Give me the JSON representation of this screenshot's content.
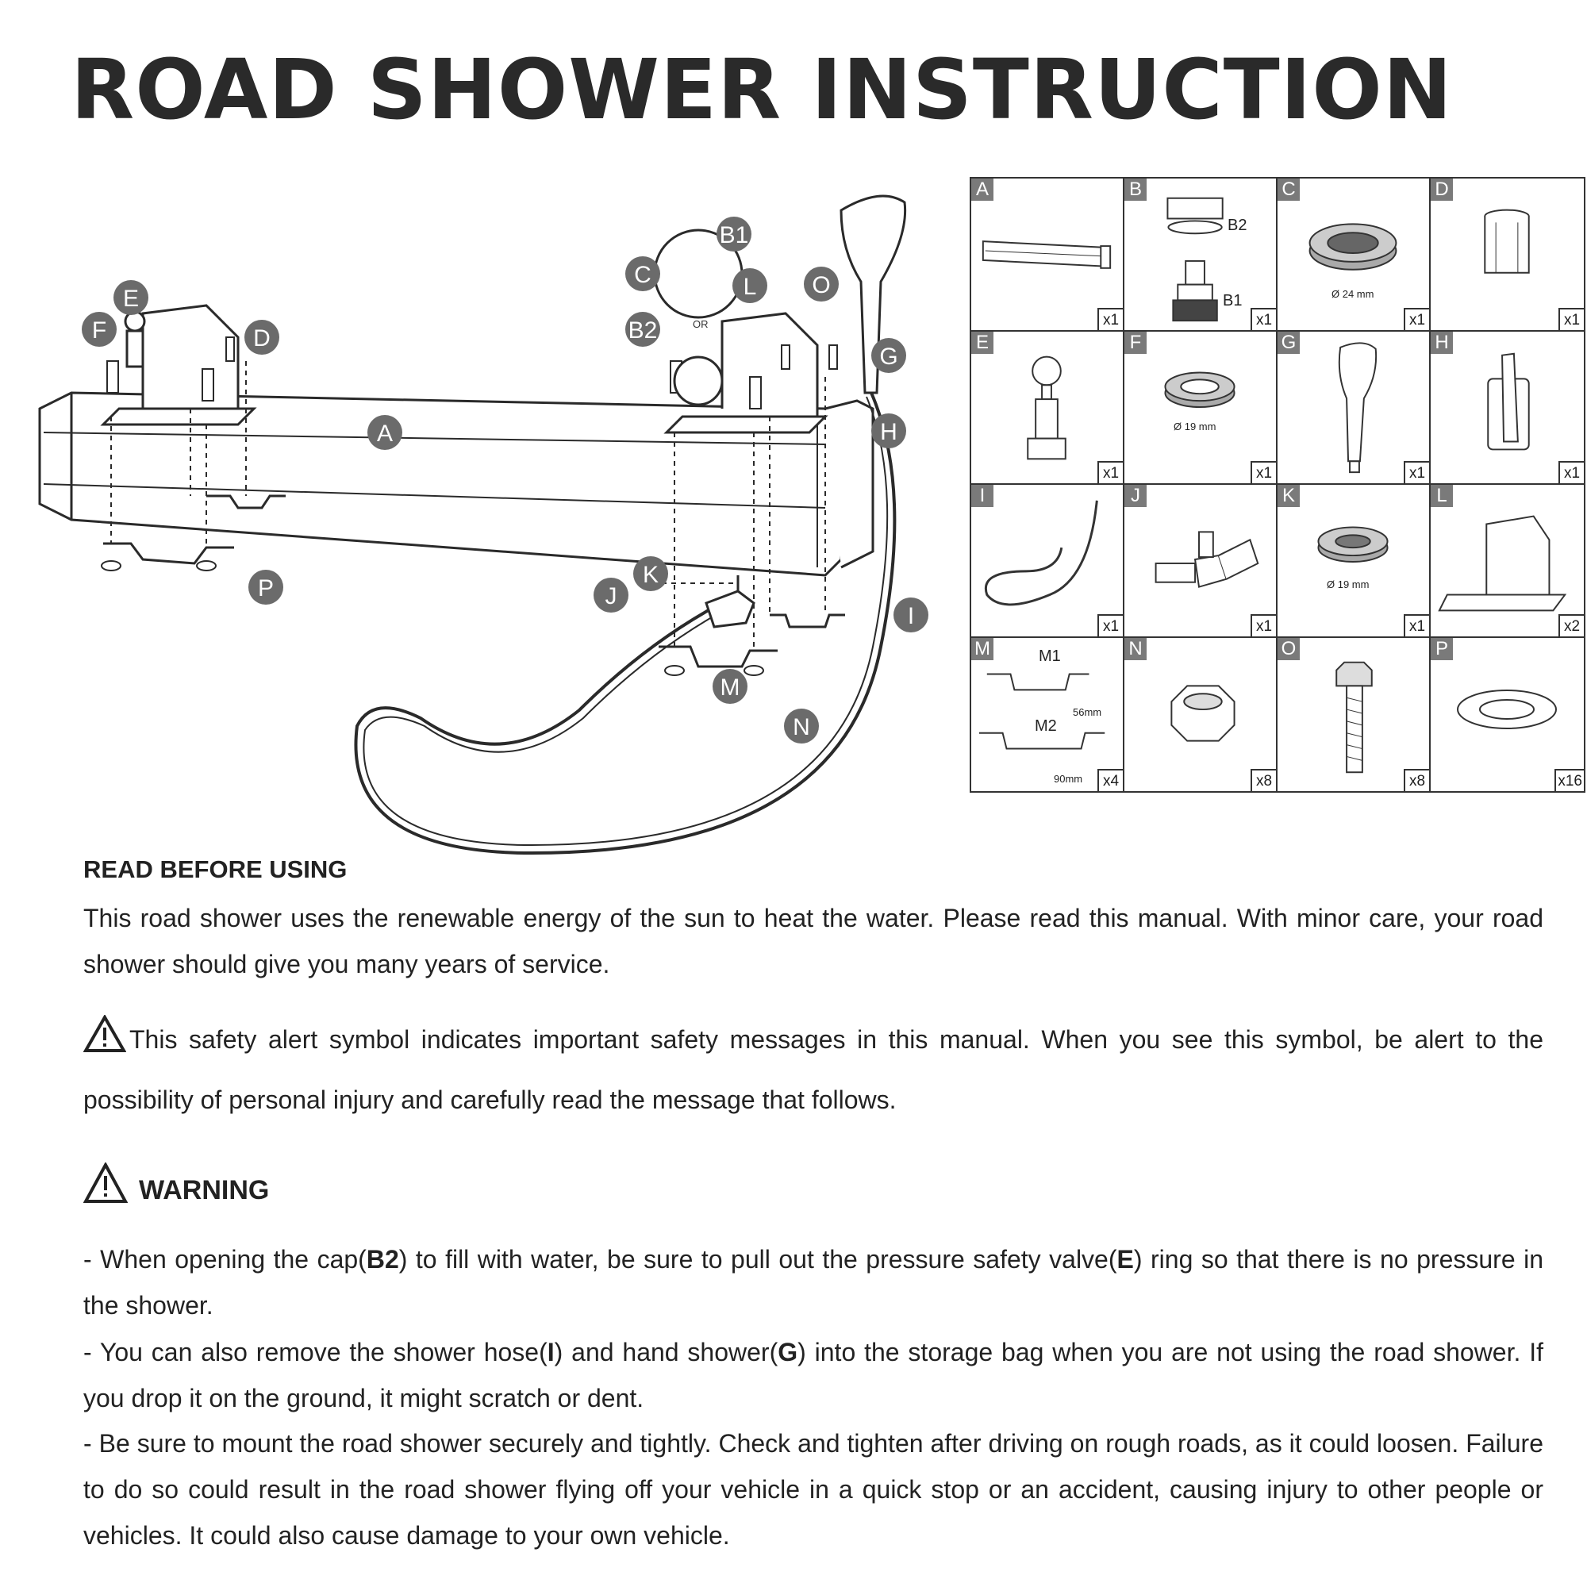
{
  "title": "ROAD SHOWER INSTRUCTION",
  "diagram": {
    "callouts": [
      "A",
      "B1",
      "B2",
      "C",
      "D",
      "E",
      "F",
      "G",
      "H",
      "I",
      "J",
      "K",
      "L",
      "M",
      "N",
      "O",
      "P"
    ],
    "or_label": "OR"
  },
  "parts": [
    {
      "letter": "A",
      "qty": "x1",
      "labels": []
    },
    {
      "letter": "B",
      "qty": "x1",
      "labels": [
        "B2",
        "B1"
      ]
    },
    {
      "letter": "C",
      "qty": "x1",
      "labels": [
        "Ø 24 mm"
      ]
    },
    {
      "letter": "D",
      "qty": "x1",
      "labels": []
    },
    {
      "letter": "E",
      "qty": "x1",
      "labels": []
    },
    {
      "letter": "F",
      "qty": "x1",
      "labels": [
        "Ø 19 mm"
      ]
    },
    {
      "letter": "G",
      "qty": "x1",
      "labels": []
    },
    {
      "letter": "H",
      "qty": "x1",
      "labels": []
    },
    {
      "letter": "I",
      "qty": "x1",
      "labels": []
    },
    {
      "letter": "J",
      "qty": "x1",
      "labels": []
    },
    {
      "letter": "K",
      "qty": "x1",
      "labels": [
        "Ø 19 mm"
      ]
    },
    {
      "letter": "L",
      "qty": "x2",
      "labels": []
    },
    {
      "letter": "M",
      "qty": "x4",
      "labels": [
        "M1",
        "M2",
        "56mm",
        "90mm"
      ]
    },
    {
      "letter": "N",
      "qty": "x8",
      "labels": []
    },
    {
      "letter": "O",
      "qty": "x8",
      "labels": []
    },
    {
      "letter": "P",
      "qty": "x16",
      "labels": []
    }
  ],
  "read_before": {
    "heading": "READ BEFORE USING",
    "paragraph": "This road shower uses the renewable energy of the sun to heat the water. Please read this manual. With minor care, your road shower should give you many years of service.",
    "safety_paragraph": "This safety alert symbol indicates important safety messages in this manual. When you see this symbol, be alert to the possibility of personal injury and carefully read the message that follows."
  },
  "warning": {
    "heading": "WARNING",
    "bullet1": {
      "a": "- When opening the cap(",
      "b": "B2",
      "c": ") to fill with water, be sure to pull out the pressure safety valve(",
      "d": "E",
      "e": ") ring so that there is no pressure in the shower."
    },
    "bullet2": {
      "a": "- You can also remove the shower hose(",
      "b": "I",
      "c": ") and hand shower(",
      "d": "G",
      "e": ") into the storage bag when you are not using the road shower. If you drop it on the ground, it might scratch or dent."
    },
    "bullet3": "- Be sure to mount the road shower securely and tightly. Check and tighten after driving on rough roads, as it could loosen. Failure to do so could result in the road shower flying off your vehicle in a quick stop or an accident, causing injury to other people or vehicles. It could also cause damage to your own vehicle."
  }
}
